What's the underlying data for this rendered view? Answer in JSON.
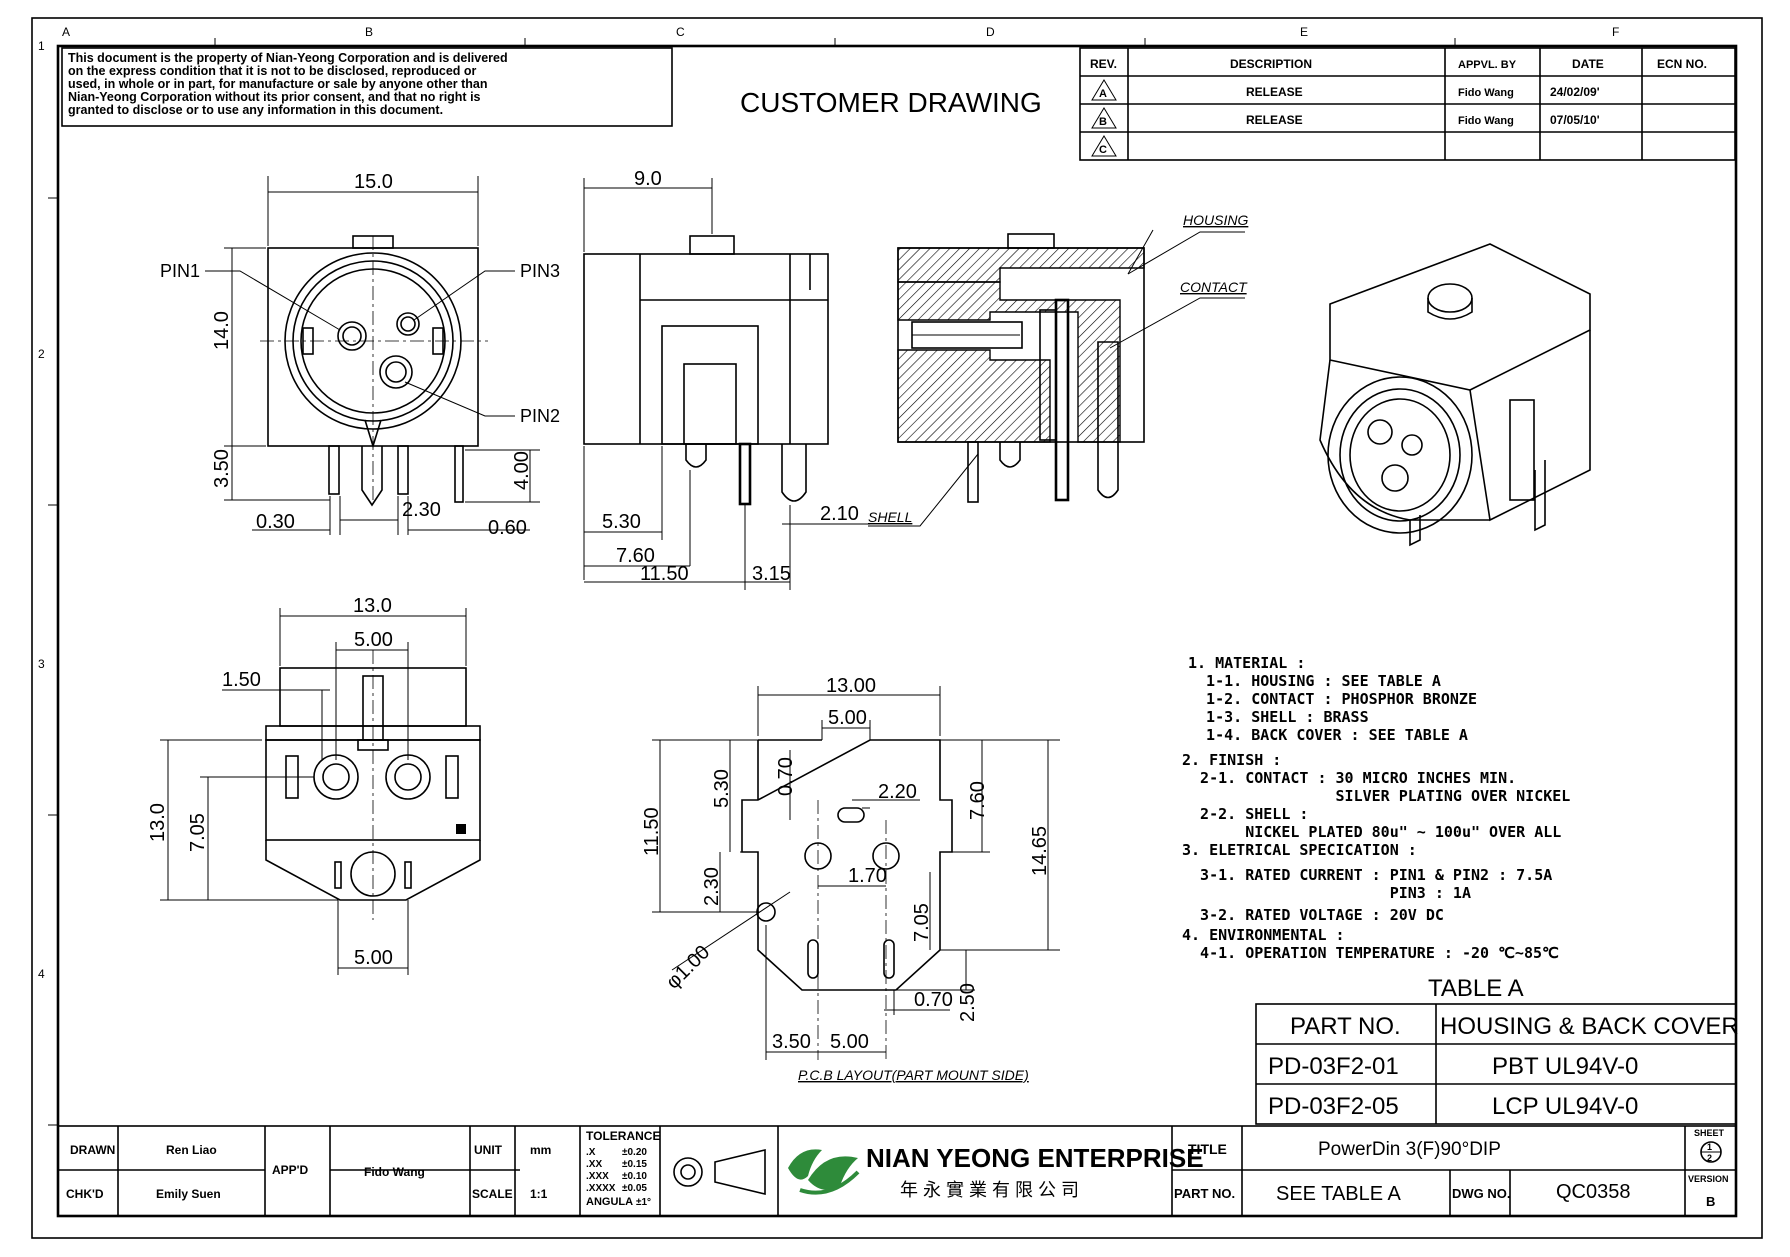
{
  "border": {
    "cols": [
      "A",
      "B",
      "C",
      "D",
      "E",
      "F"
    ],
    "rows": [
      "1",
      "2",
      "3",
      "4"
    ]
  },
  "disclaimer": "This document is the property of Nian-Yeong Corporation and is delivered on the express condition that it is not to be disclosed, reproduced or used, in whole or in part, for manufacture or sale by anyone other than Nian-Yeong Corporation without its prior consent, and that no right is granted to disclose or to use any information in this document.",
  "disclaimer_lines": [
    "This document is the property of Nian-Yeong Corporation and is delivered",
    "on  the  express condition that it is not to be disclosed, reproduced or",
    "used, in whole or in part, for manufacture or sale by anyone other than",
    "Nian-Yeong Corporation without  its prior consent, and that  no right  is",
    "granted to disclose or to use any information in this  document."
  ],
  "heading": "CUSTOMER DRAWING",
  "revision_table": {
    "headers": [
      "REV.",
      "DESCRIPTION",
      "APPVL. BY",
      "DATE",
      "ECN NO."
    ],
    "rows": [
      {
        "rev": "A",
        "description": "RELEASE",
        "appvl": "Fido Wang",
        "date": "24/02/09'",
        "ecn": ""
      },
      {
        "rev": "B",
        "description": "RELEASE",
        "appvl": "Fido Wang",
        "date": "07/05/10'",
        "ecn": ""
      },
      {
        "rev": "C",
        "description": "",
        "appvl": "",
        "date": "",
        "ecn": ""
      }
    ]
  },
  "front_view": {
    "width": "15.0",
    "height": "14.0",
    "pin_len": "3.50",
    "d1": "0.30",
    "d2": "2.30",
    "d3": "0.60",
    "pin1": "PIN1",
    "pin2": "PIN2",
    "pin3": "PIN3"
  },
  "side_view": {
    "top": "9.0",
    "d1": "4.00",
    "d2": "2.10",
    "d3": "5.30",
    "d4": "7.60",
    "d5": "11.50",
    "d6": "3.15"
  },
  "section_view": {
    "housing": "HOUSING",
    "contact": "CONTACT",
    "shell": "SHELL"
  },
  "bottom_view": {
    "width": "13.0",
    "slot": "5.00",
    "d1": "1.50",
    "height": "13.0",
    "d2": "7.05",
    "bottom": "5.00"
  },
  "pcb_layout": {
    "caption": "P.C.B LAYOUT(PART MOUNT SIDE)",
    "d13": "13.00",
    "d5a": "5.00",
    "d070a": "0.70",
    "d530": "5.30",
    "d220": "2.20",
    "d760": "7.60",
    "d1150": "11.50",
    "d1465": "14.65",
    "d230": "2.30",
    "d170": "1.70",
    "d705": "7.05",
    "dia": "φ1.00",
    "d070b": "0.70",
    "d250": "2.50",
    "d350": "3.50",
    "d5b": "5.00"
  },
  "notes": [
    "1. MATERIAL :",
    "  1-1. HOUSING : SEE TABLE A",
    "  1-2. CONTACT : PHOSPHOR BRONZE",
    "  1-3. SHELL : BRASS",
    "  1-4. BACK COVER : SEE TABLE A",
    "2. FINISH :",
    "  2-1. CONTACT : 30 MICRO INCHES MIN.",
    "                 SILVER PLATING OVER NICKEL",
    "  2-2. SHELL :",
    "       NICKEL PLATED 80u\" ~ 100u\" OVER ALL",
    "3. ELETRICAL SPECICATION :",
    "  3-1. RATED CURRENT : PIN1 & PIN2 : 7.5A",
    "                       PIN3 : 1A",
    "  3-2. RATED VOLTAGE : 20V DC",
    "4. ENVIRONMENTAL :",
    "  4-1. OPERATION TEMPERATURE : -20 ℃~85℃"
  ],
  "table_a": {
    "title": "TABLE A",
    "headers": [
      "PART NO.",
      "HOUSING & BACK COVER"
    ],
    "rows": [
      [
        "PD-03F2-01",
        "PBT UL94V-0"
      ],
      [
        "PD-03F2-05",
        "LCP UL94V-0"
      ]
    ]
  },
  "title_block": {
    "drawn_label": "DRAWN",
    "drawn": "Ren Liao",
    "chkd_label": "CHK'D",
    "chkd": "Emily Suen",
    "appd_label": "APP'D",
    "appd": "Fido Wang",
    "unit_label": "UNIT",
    "unit": "mm",
    "scale_label": "SCALE",
    "scale": "1:1",
    "tolerance_title": "TOLERANCE",
    "tolerance": [
      [
        ".X",
        "±0.20"
      ],
      [
        ".XX",
        "±0.15"
      ],
      [
        ".XXX",
        "±0.10"
      ],
      [
        ".XXXX",
        "±0.05"
      ],
      [
        "ANGULA",
        "±1°"
      ]
    ],
    "company_en": "NIAN YEONG ENTERPRISE",
    "company_zh": "年 永 實 業 有 限 公 司",
    "title_label": "TITLE",
    "title": "PowerDin 3(F)90°DIP",
    "partno_label": "PART NO.",
    "partno": "SEE TABLE A",
    "dwgno_label": "DWG NO.",
    "dwgno": "QC0358",
    "sheet_label": "SHEET",
    "sheet_num": "1",
    "sheet_total": "2",
    "version_label": "VERSION",
    "version": "B"
  }
}
